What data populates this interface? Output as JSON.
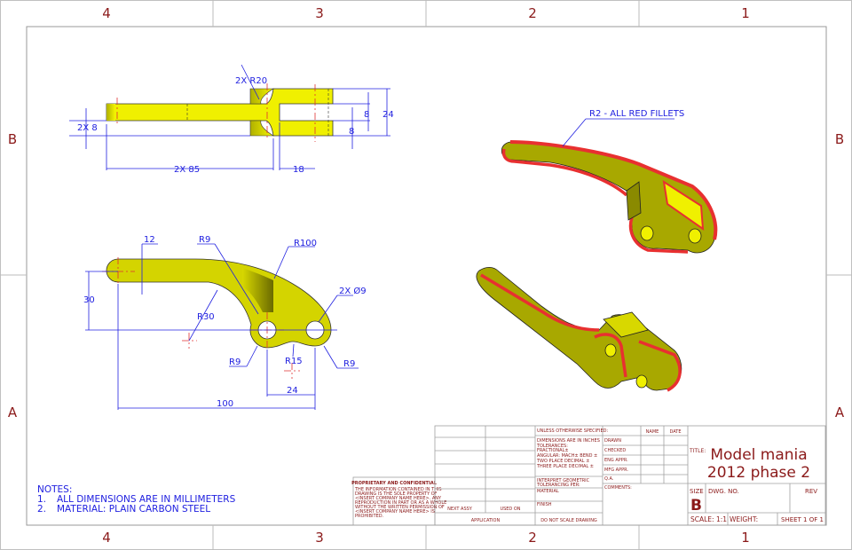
{
  "zones": {
    "top": [
      "4",
      "3",
      "2",
      "1"
    ],
    "bottom": [
      "4",
      "3",
      "2",
      "1"
    ],
    "rows": [
      "B",
      "A"
    ]
  },
  "colors": {
    "part_fill": "#f0f000",
    "part_shade": "#b0b000",
    "fillet": "#e83030",
    "dimension": "#2020e0",
    "border_text": "#8b1a1a"
  },
  "top_view": {
    "dims": [
      "2X R20",
      "2X 8",
      "8",
      "8",
      "24",
      "2X 85",
      "18"
    ]
  },
  "front_view": {
    "dims": [
      "12",
      "R9",
      "R100",
      "30",
      "R30",
      "2X Ø9",
      "R9",
      "R15",
      "R9",
      "24",
      "100"
    ]
  },
  "iso_note": "R2 - ALL RED FILLETS",
  "notes": {
    "heading": "NOTES:",
    "items": [
      {
        "num": "1.",
        "text": "ALL DIMENSIONS ARE IN MILLIMETERS"
      },
      {
        "num": "2.",
        "text": "MATERIAL: PLAIN CARBON STEEL"
      }
    ]
  },
  "proprietary": {
    "heading": "PROPRIETARY AND CONFIDENTIAL",
    "lines": [
      "THE INFORMATION CONTAINED IN THIS",
      "DRAWING IS THE SOLE PROPERTY OF",
      "<INSERT COMPANY NAME HERE>. ANY",
      "REPRODUCTION IN PART OR AS A WHOLE",
      "WITHOUT THE WRITTEN PERMISSION OF",
      "<INSERT COMPANY NAME HERE> IS",
      "PROHIBITED."
    ]
  },
  "title_block": {
    "next_assy": "NEXT ASSY",
    "used_on": "USED ON",
    "application": "APPLICATION",
    "unless": "UNLESS OTHERWISE SPECIFIED:",
    "tolerances": [
      "DIMENSIONS ARE IN INCHES",
      "TOLERANCES:",
      "FRACTIONAL±",
      "ANGULAR: MACH±    BEND ±",
      "TWO PLACE DECIMAL   ±",
      "THREE PLACE DECIMAL  ±"
    ],
    "interpret": [
      "INTERPRET GEOMETRIC",
      "TOLERANCING PER:"
    ],
    "material": "MATERIAL",
    "finish": "FINISH",
    "do_not_scale": "DO NOT SCALE DRAWING",
    "name": "NAME",
    "date": "DATE",
    "roles": [
      "DRAWN",
      "CHECKED",
      "ENG APPR.",
      "MFG APPR.",
      "Q.A."
    ],
    "comments": "COMMENTS:",
    "title_label": "TITLE:",
    "title_lines": [
      "Model mania",
      "2012 phase 2"
    ],
    "size_label": "SIZE",
    "size": "B",
    "dwg_no": "DWG.  NO.",
    "rev": "REV",
    "scale": "SCALE: 1:1",
    "weight": "WEIGHT:",
    "sheet": "SHEET 1 OF 1"
  }
}
